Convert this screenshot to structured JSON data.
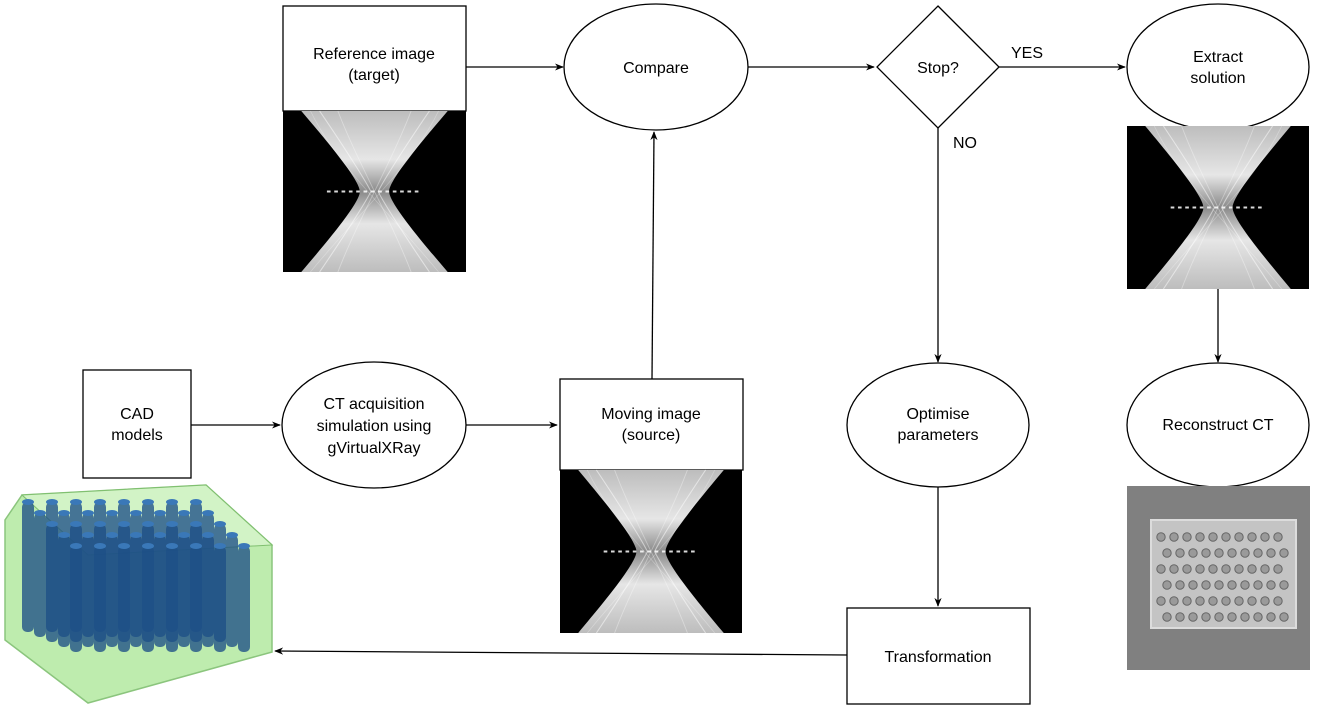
{
  "nodes": {
    "reference_image": {
      "line1": "Reference image",
      "line2": "(target)"
    },
    "compare": {
      "line1": "Compare"
    },
    "stop": {
      "line1": "Stop?"
    },
    "extract_solution": {
      "line1": "Extract",
      "line2": "solution"
    },
    "cad_models": {
      "line1": "CAD",
      "line2": "models"
    },
    "ct_acquisition": {
      "line1": "CT acquisition",
      "line2": "simulation using",
      "line3": "gVirtualXRay"
    },
    "moving_image": {
      "line1": "Moving image",
      "line2": "(source)"
    },
    "optimise_parameters": {
      "line1": "Optimise",
      "line2": "parameters"
    },
    "reconstruct_ct": {
      "line1": "Reconstruct CT"
    },
    "transformation": {
      "line1": "Transformation"
    }
  },
  "edge_labels": {
    "yes": "YES",
    "no": "NO"
  },
  "colors": {
    "line": "#000000",
    "sinogram_bg": "#000000",
    "sinogram_light": "#e8e8e8",
    "ct_background": "#808080",
    "ct_slab": "#c4c4c4",
    "cad_box": "#a8e39a",
    "cad_rod": "#1d4f86"
  }
}
